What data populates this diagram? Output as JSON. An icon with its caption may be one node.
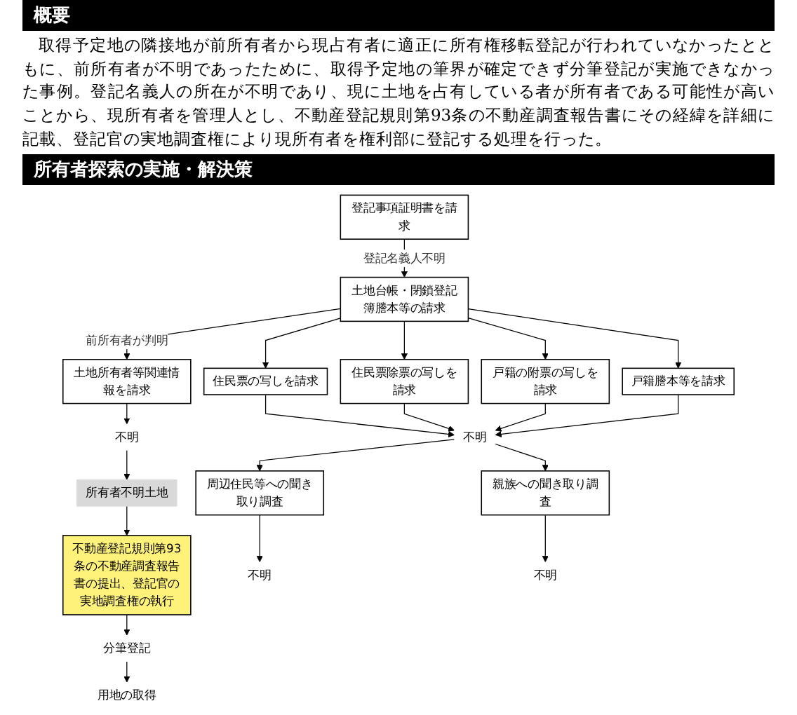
{
  "diagram": {
    "title": "概要",
    "nodes": [
      {
        "text": [
          "登記事項証明書を請求"
        ]
      },
      {
        "text": [
          "土地台帳・閉鎖登記簿謄本等の請求"
        ]
      },
      {
        "text": [
          "土地所有者等関連情報を請求"
        ]
      },
      {
        "text": [
          "住民票の写しを請求"
        ]
      },
      {
        "text": [
          "住民票除票の写しを請求"
        ]
      },
      {
        "text": [
          "戸籍の附票の写しを請求"
        ]
      },
      {
        "text": [
          "戸籍謄本等を請求"
        ]
      },
      {
        "text": [
          "不明"
        ]
      },
      {
        "text": [
          "不明"
        ]
      },
      {
        "text": [
          "所有者不明土地"
        ]
      },
      {
        "text": [
          "不動産登記規則第93条の不動産調査報告書の提出、登記官の実地調査権の執行"
        ]
      },
      {
        "text": [
          "周辺住民等への聞き取り調査"
        ]
      },
      {
        "text": [
          "親族への聞き取り調査"
        ]
      },
      {
        "text": [
          "不明"
        ]
      },
      {
        "text": [
          "不明"
        ]
      },
      {
        "text": [
          "分筆登記"
        ]
      },
      {
        "text": [
          "用地の取得"
        ]
      }
    ],
    "edges": [
      {
        "from": 0,
        "to": 1,
        "arrow": "to",
        "label": "登記名義人不明"
      },
      {
        "from": 1,
        "to": 2,
        "arrow": "to",
        "label": "前所有者が判明"
      },
      {
        "from": 1,
        "to": 3,
        "arrow": "to"
      },
      {
        "from": 1,
        "to": 4,
        "arrow": "to"
      },
      {
        "from": 1,
        "to": 5,
        "arrow": "to"
      },
      {
        "from": 1,
        "to": 6,
        "arrow": "to"
      },
      {
        "from": 2,
        "to": 7,
        "arrow": "to"
      },
      {
        "from": 3,
        "to": 8,
        "arrow": "to"
      },
      {
        "from": 4,
        "to": 8,
        "arrow": "to"
      },
      {
        "from": 5,
        "to": 8,
        "arrow": "to"
      },
      {
        "from": 6,
        "to": 8,
        "arrow": "to"
      },
      {
        "from": 7,
        "to": 9,
        "arrow": "to"
      },
      {
        "from": 8,
        "to": 11,
        "arrow": "to"
      },
      {
        "from": 8,
        "to": 12,
        "arrow": "to"
      },
      {
        "from": 9,
        "to": 10,
        "arrow": "to"
      },
      {
        "from": 11,
        "to": 13,
        "arrow": "to"
      },
      {
        "from": 12,
        "to": 14,
        "arrow": "to"
      },
      {
        "from": 10,
        "to": 15,
        "arrow": "to"
      },
      {
        "from": 15,
        "to": 16,
        "arrow": "to"
      }
    ],
    "labels": [
      "取得予定地の隣接地が前所有者から現占有者に適正に所有権移転登記が行われていなかったとともに、前所有者が不明であったために、取得予定地の筆界が確定できず分筆登記が実施できなかった事例。登記名義人の所在が不明であり、現に土地を占有している者が所有者である可能性が高いことから、現所有者を管理人とし、不動産登記規則第93条の不動産調査報告書にその経緯を詳細に記載、登記官の実地調査権により現所有者を権利部に登記する処理を行った。",
      "所有者探索の実施・解決策"
    ]
  }
}
